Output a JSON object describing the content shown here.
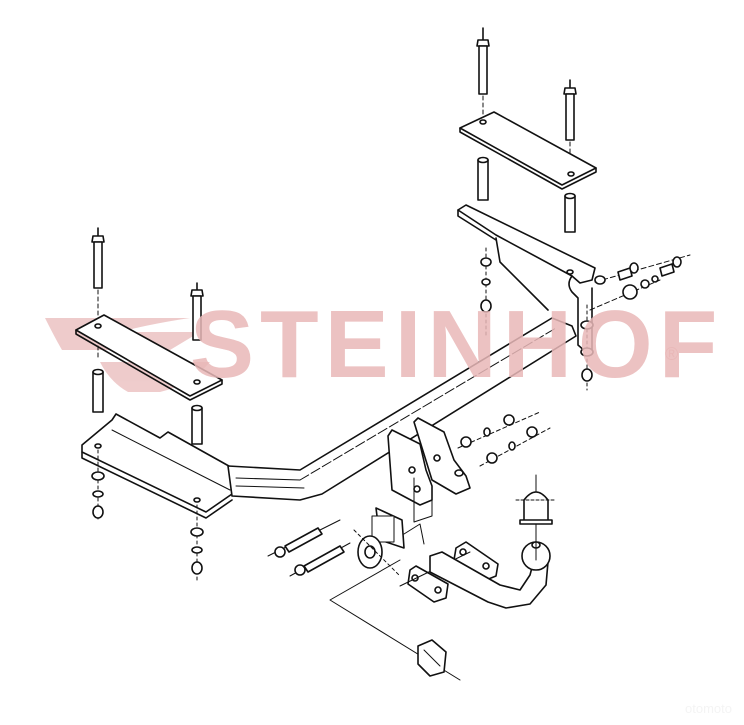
{
  "diagram": {
    "title": "Tow bar (towing hitch) exploded assembly drawing",
    "style": "black line art on white background",
    "parts": [
      "mounting-bolts-long",
      "reinforcement-plates",
      "spacer-tubes",
      "left-side-bracket",
      "right-side-bracket",
      "main-crossbar",
      "center-mount-plates",
      "washers-and-nuts",
      "socket-plate",
      "electrical-socket",
      "ball-clamp-blocks",
      "removable-tow-ball-neck",
      "tow-ball-cover-cap",
      "cable-connector"
    ]
  },
  "logo": {
    "brand": "STEINHOF",
    "registered_mark": "®",
    "color": "#e9b8b8"
  },
  "watermark": {
    "text": "otomoto"
  }
}
